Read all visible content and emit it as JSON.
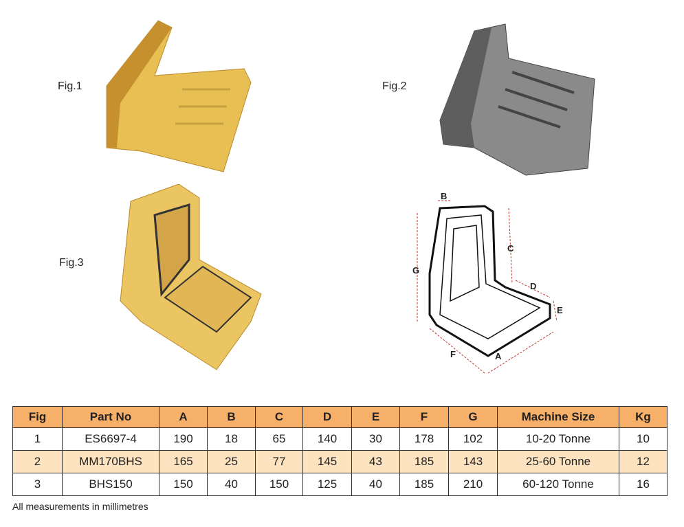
{
  "figures": [
    {
      "label": "Fig.1"
    },
    {
      "label": "Fig.2"
    },
    {
      "label": "Fig.3"
    }
  ],
  "diagram": {
    "labels": [
      "A",
      "B",
      "C",
      "D",
      "E",
      "F",
      "G"
    ]
  },
  "table": {
    "headers": [
      "Fig",
      "Part No",
      "A",
      "B",
      "C",
      "D",
      "E",
      "F",
      "G",
      "Machine Size",
      "Kg"
    ],
    "rows": [
      [
        "1",
        "ES6697-4",
        "190",
        "18",
        "65",
        "140",
        "30",
        "178",
        "102",
        "10-20 Tonne",
        "10"
      ],
      [
        "2",
        "MM170BHS",
        "165",
        "25",
        "77",
        "145",
        "43",
        "185",
        "143",
        "25-60 Tonne",
        "12"
      ],
      [
        "3",
        "BHS150",
        "150",
        "40",
        "150",
        "125",
        "40",
        "185",
        "210",
        "60-120 Tonne",
        "16"
      ]
    ]
  },
  "note": "All measurements in millimetres",
  "colors": {
    "header": "#f7b06a",
    "alt_row": "#fde3c0",
    "part_yellow": "#e8bf52",
    "part_gray": "#8a8a8a"
  }
}
